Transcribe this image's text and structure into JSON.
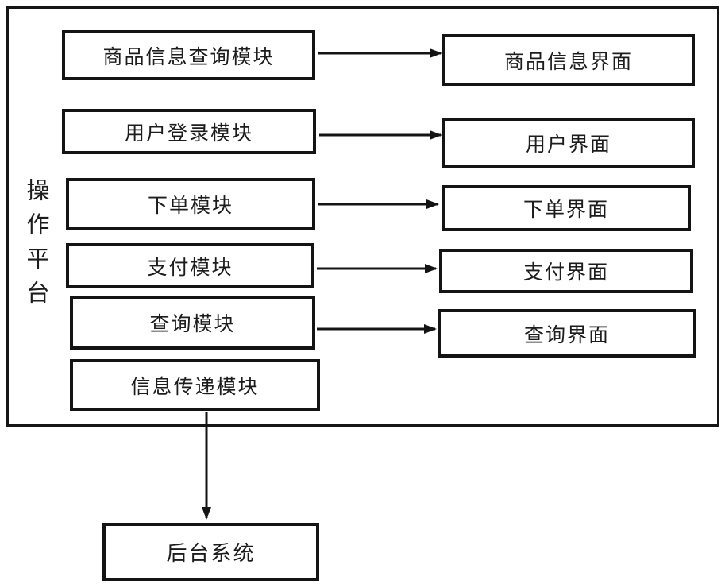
{
  "figure": {
    "platform": {
      "label": "操作平台"
    },
    "modules": [
      "商品信息查询模块",
      "用户登录模块",
      "下单模块",
      "支付模块",
      "查询模块",
      "信息传递模块"
    ],
    "interfaces": [
      "商品信息界面",
      "用户界面",
      "下单界面",
      "支付界面",
      "查询界面"
    ],
    "backend": {
      "label": "后台系统"
    },
    "colors": {
      "line": "#141414",
      "text": "#1c1c1c",
      "background": "#ffffff"
    }
  }
}
